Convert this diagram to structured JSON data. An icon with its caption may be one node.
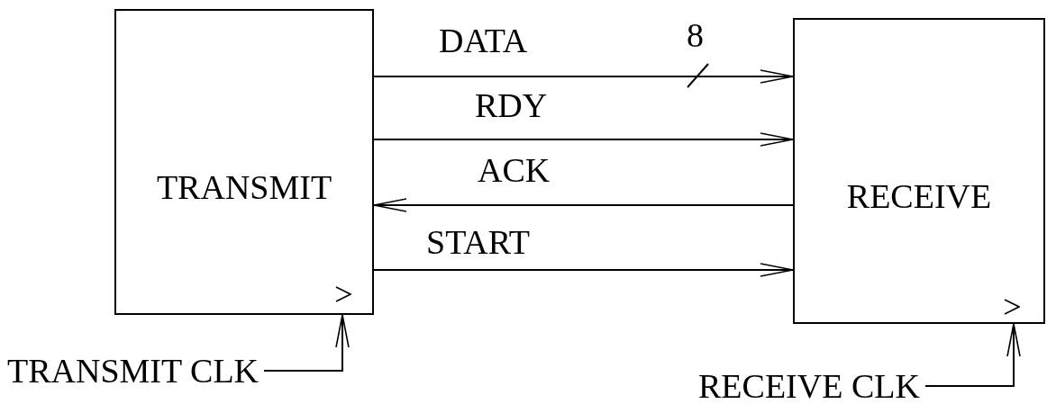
{
  "diagram": {
    "nodes": [
      {
        "text": [
          "TRANSMIT"
        ]
      },
      {
        "text": [
          "RECEIVE"
        ]
      },
      {
        "text": [
          "TRANSMIT CLK"
        ]
      },
      {
        "text": [
          "RECEIVE CLK"
        ]
      }
    ],
    "edges": [
      {
        "from": 0,
        "to": 1,
        "arrow": "to",
        "label": "DATA"
      },
      {
        "from": 0,
        "to": 1,
        "arrow": "to",
        "label": "RDY"
      },
      {
        "from": 1,
        "to": 0,
        "arrow": "to",
        "label": "ACK"
      },
      {
        "from": 0,
        "to": 1,
        "arrow": "to",
        "label": "START"
      },
      {
        "from": 2,
        "to": 0,
        "arrow": "to"
      },
      {
        "from": 3,
        "to": 1,
        "arrow": "to"
      }
    ],
    "labels": [
      "8"
    ]
  }
}
